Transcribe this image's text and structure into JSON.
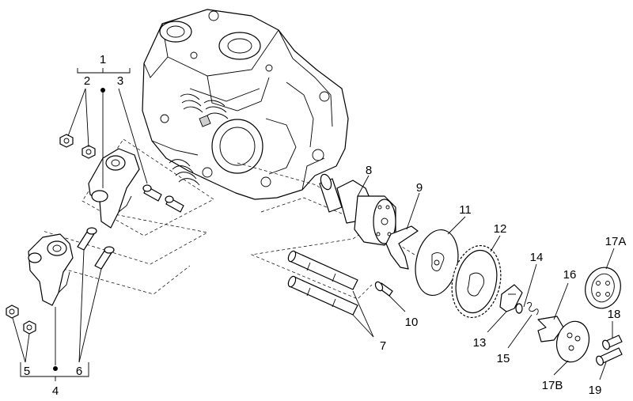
{
  "callouts": {
    "c1": "1",
    "c2": "2",
    "c3": "3",
    "c4": "4",
    "c5": "5",
    "c6": "6",
    "c7": "7",
    "c8": "8",
    "c9": "9",
    "c10": "10",
    "c11": "11",
    "c12": "12",
    "c13": "13",
    "c14": "14",
    "c15": "15",
    "c16": "16",
    "c17a": "17A",
    "c17b": "17B",
    "c18": "18",
    "c19": "19"
  }
}
